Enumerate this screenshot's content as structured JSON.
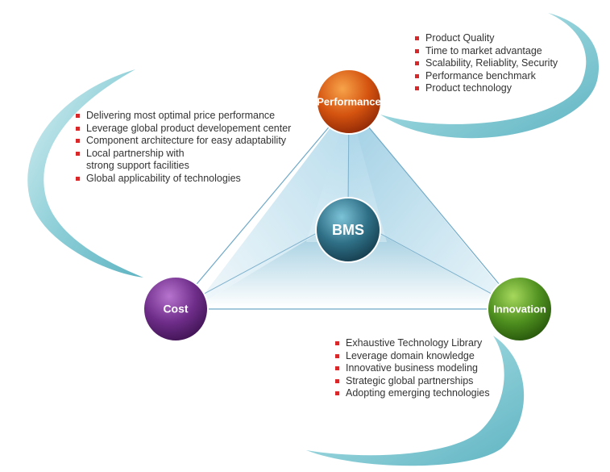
{
  "diagram": {
    "nodes": {
      "performance": "Performance",
      "cost": "Cost",
      "innovation": "Innovation",
      "center": "BMS"
    },
    "lists": {
      "performance": [
        "Product Quality",
        "Time to market advantage",
        "Scalability, Reliablity, Security",
        "Performance benchmark",
        "Product technology"
      ],
      "cost": [
        "Delivering most optimal price performance",
        "Leverage global product developement center",
        "Component architecture for easy adaptability",
        "Local partnership with\nstrong support facilities",
        "Global applicability of technologies"
      ],
      "innovation": [
        "Exhaustive Technology Library",
        "Leverage domain knowledge",
        "Innovative business modeling",
        "Strategic global partnerships",
        "Adopting emerging technologies"
      ]
    },
    "colors": {
      "performance": "#c8440d",
      "cost": "#6b2b84",
      "innovation": "#4d8c1e",
      "center": "#2f6f86",
      "swoosh": "#8ecfd8",
      "bullet": "#d8282a"
    }
  }
}
